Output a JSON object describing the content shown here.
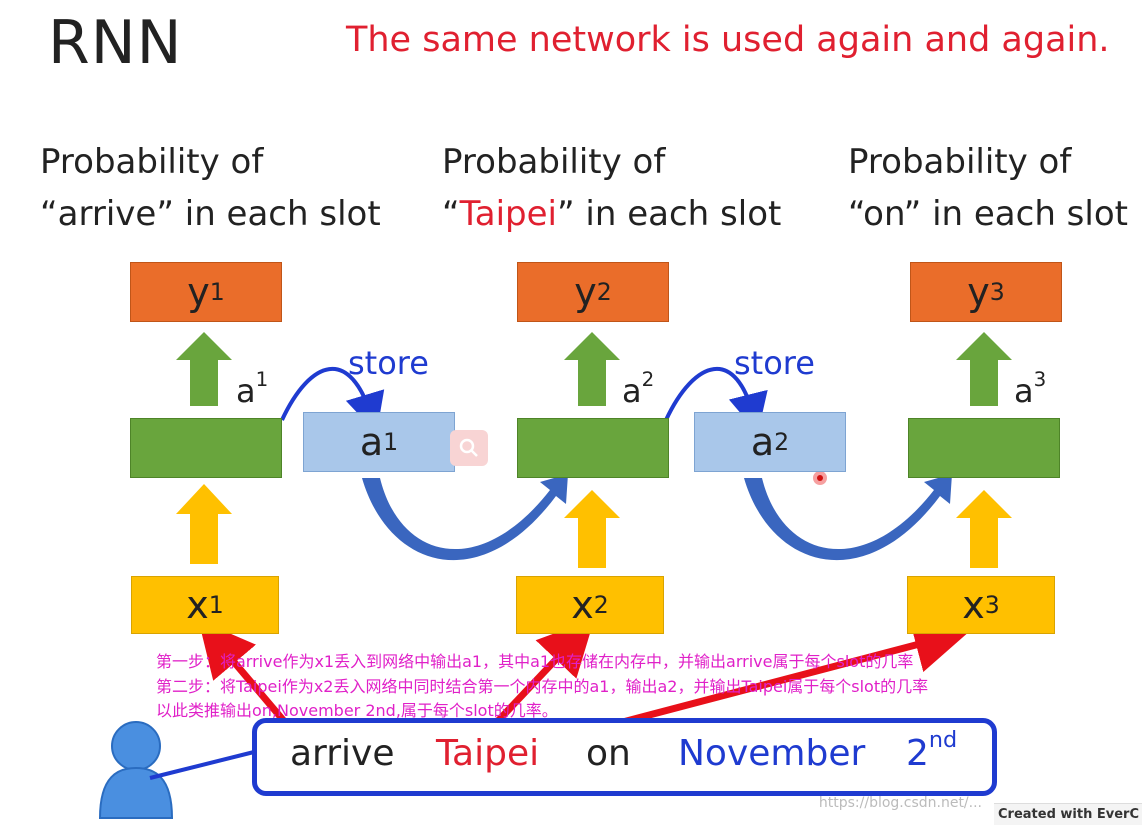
{
  "header": {
    "title": "RNN",
    "subtitle": "The same network is used again and again."
  },
  "columns": [
    {
      "prob_line1": "Probability of",
      "prob_quote_open": "“",
      "prob_word": "arrive",
      "prob_quote_close": "”",
      "prob_suffix": " in each slot",
      "y_base": "y",
      "y_sup": "1",
      "a_base": "a",
      "a_sup": "1",
      "x_base": "x",
      "x_sup": "1"
    },
    {
      "prob_line1": "Probability of",
      "prob_quote_open": "“",
      "prob_word": "Taipei",
      "prob_quote_close": "”",
      "prob_suffix": " in each slot",
      "y_base": "y",
      "y_sup": "2",
      "a_base": "a",
      "a_sup": "2",
      "x_base": "x",
      "x_sup": "2"
    },
    {
      "prob_line1": "Probability of",
      "prob_quote_open": "“",
      "prob_word": "on",
      "prob_quote_close": "”",
      "prob_suffix": " in each slot",
      "y_base": "y",
      "y_sup": "3",
      "a_base": "a",
      "a_sup": "3",
      "x_base": "x",
      "x_sup": "3"
    }
  ],
  "memory": [
    {
      "store_label": "store",
      "a_base": "a",
      "a_sup": "1"
    },
    {
      "store_label": "store",
      "a_base": "a",
      "a_sup": "2"
    }
  ],
  "notes": [
    "第一步：将arrive作为x1丢入到网络中输出a1，其中a1也存储在内存中，并输出arrive属于每个slot的几率",
    "第二步：将Taipei作为x2丢入网络中同时结合第一个内存中的a1，输出a2，并输出Taipei属于每个slot的几率",
    "以此类推输出on,November 2nd,属于每个slot的几率。"
  ],
  "sentence": {
    "w1": "arrive",
    "w2": "Taipei",
    "w3": "on",
    "w4": "November",
    "w5_base": "2",
    "w5_sup": "nd"
  },
  "footer": {
    "watermark": "https://blog.csdn.net/...",
    "evernote": "Created with EverC"
  },
  "colors": {
    "output": "#ea6d2a",
    "hidden": "#69a53d",
    "input": "#ffc000",
    "memory": "#a9c7ea",
    "accent_red": "#e02030",
    "accent_blue": "#1f3bd0",
    "note": "#e020c8"
  }
}
